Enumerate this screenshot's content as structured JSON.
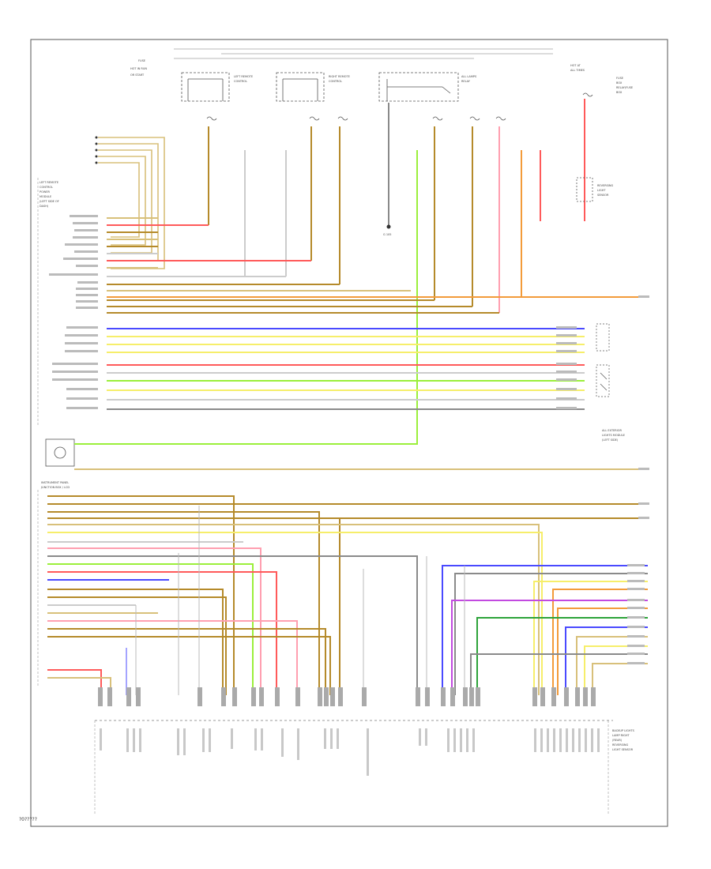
{
  "diagram": {
    "corner_label": "?0?????",
    "module_top": {
      "lines": [
        "LEFT REMOTE",
        "CONTROL",
        "POWER",
        "MODULE",
        "(LEFT SIDE OF",
        "DASH)"
      ]
    },
    "module_mid": {
      "lines": [
        "INSTRUMENT PANEL",
        "JUNCTION BOX / LCD"
      ]
    },
    "module_right": {
      "lines": [
        "ALL EXTERIOR",
        "LIGHTS MODULE",
        "(LEFT SIDE)"
      ]
    },
    "module_bottom_right": {
      "lines": [
        "BACKUP LIGHTS",
        "LAMP RIGHT",
        "(REAR)",
        "REVERSING",
        "LIGHT SENSOR"
      ]
    },
    "ground_label": "G 105",
    "top_box_labels": {
      "a": [
        "LEFT REMOTE",
        "CONTROL"
      ],
      "b": [
        "RIGHT REMOTE",
        "CONTROL"
      ],
      "c": [
        "ALL LAMPS",
        "RELAY"
      ],
      "d": [
        "HOT AT",
        "ALL TIMES"
      ]
    },
    "top_title_lines": [
      "FUSE",
      "HOT IN RUN",
      "OR START"
    ],
    "right_sensor": [
      "REVERSING",
      "LIGHT",
      "SENSOR"
    ],
    "fuse_right": [
      "FUSE",
      "BOX",
      "RELAY/FUSE",
      "BOX"
    ]
  },
  "colors": {
    "red": "#ff5a5a",
    "pink": "#ff9fb0",
    "orange": "#f39b3a",
    "brown": "#b58a2a",
    "tan": "#d8c07a",
    "yellow": "#f6ee6a",
    "lime": "#9bef3b",
    "green": "#2da33a",
    "blue": "#4a4aff",
    "violet": "#c24ae0",
    "gray": "#8a8a8a",
    "dark": "#333333"
  }
}
